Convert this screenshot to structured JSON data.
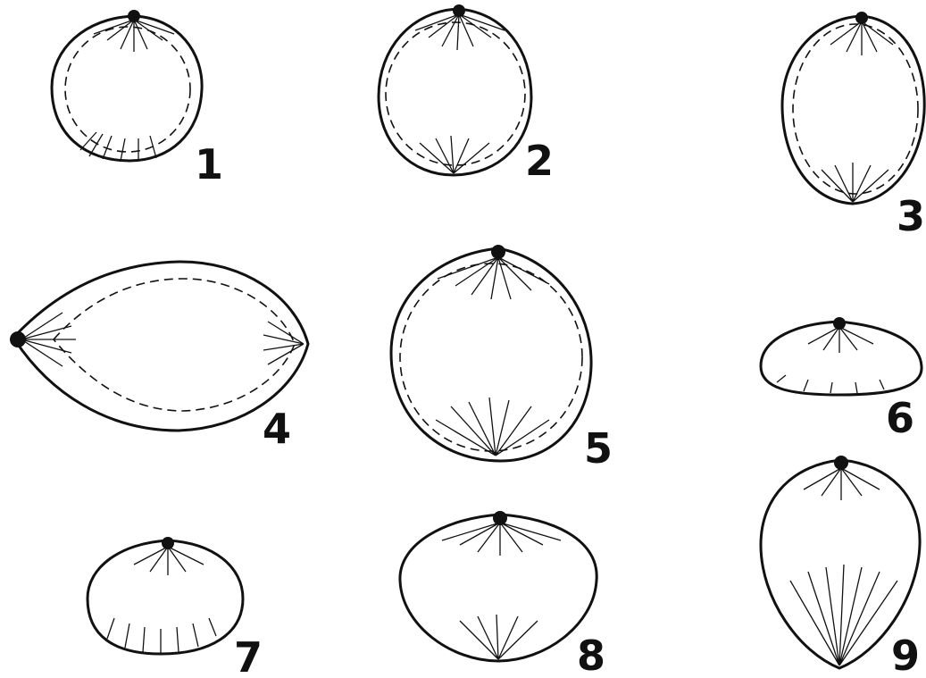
{
  "figures": [
    {
      "id": "fig-1",
      "label": "1"
    },
    {
      "id": "fig-2",
      "label": "2"
    },
    {
      "id": "fig-3",
      "label": "3"
    },
    {
      "id": "fig-4",
      "label": "4"
    },
    {
      "id": "fig-5",
      "label": "5"
    },
    {
      "id": "fig-6",
      "label": "6"
    },
    {
      "id": "fig-7",
      "label": "7"
    },
    {
      "id": "fig-8",
      "label": "8"
    },
    {
      "id": "fig-9",
      "label": "9"
    }
  ]
}
